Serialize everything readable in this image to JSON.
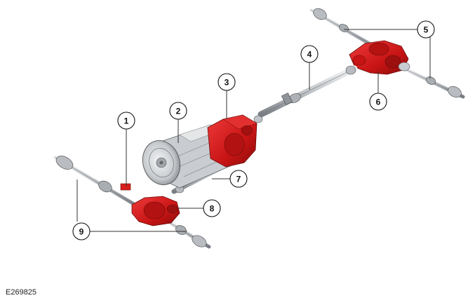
{
  "figure_id": "E269825",
  "callouts": [
    {
      "label": "1"
    },
    {
      "label": "2"
    },
    {
      "label": "3"
    },
    {
      "label": "4"
    },
    {
      "label": "5"
    },
    {
      "label": "6"
    },
    {
      "label": "7"
    },
    {
      "label": "8"
    },
    {
      "label": "9"
    }
  ],
  "colors": {
    "highlight": "#d81e1e",
    "highlight_dark": "#9c1010",
    "metal": "#c9ccd0",
    "metal_dark": "#7d8288",
    "line": "#333333"
  }
}
